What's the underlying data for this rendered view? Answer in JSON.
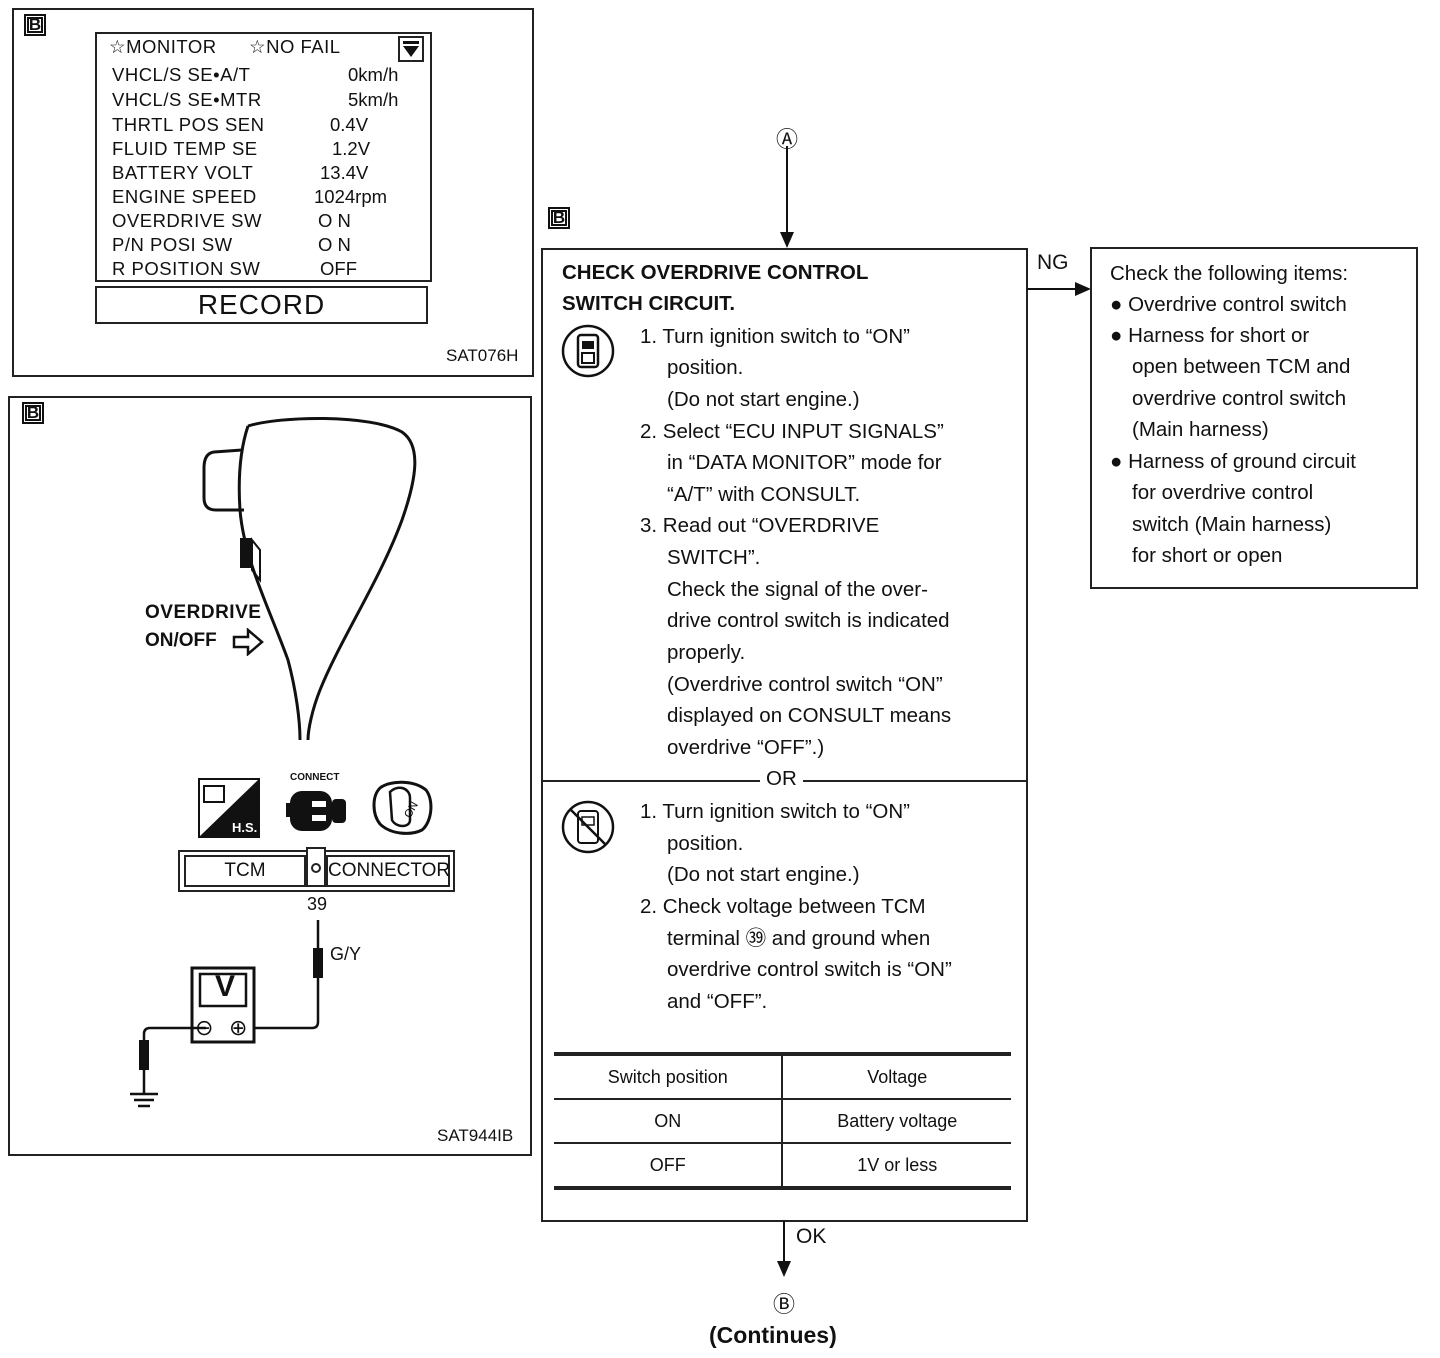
{
  "badge_letter": "B",
  "monitor_panel": {
    "header_left": "☆MONITOR",
    "header_right": "☆NO FAIL",
    "rows": [
      {
        "label": "VHCL/S SE•A/T",
        "value": "0km/h"
      },
      {
        "label": "VHCL/S SE•MTR",
        "value": "5km/h"
      },
      {
        "label": "THRTL POS SEN",
        "value": "0.4V"
      },
      {
        "label": "FLUID TEMP SE",
        "value": "1.2V"
      },
      {
        "label": "BATTERY VOLT",
        "value": "13.4V"
      },
      {
        "label": "ENGINE SPEED",
        "value": "1024rpm"
      },
      {
        "label": "OVERDRIVE SW",
        "value": "O N"
      },
      {
        "label": "P/N POSI SW",
        "value": "O N"
      },
      {
        "label": "R POSITION SW",
        "value": "OFF"
      }
    ],
    "record_label": "RECORD",
    "caption": "SAT076H"
  },
  "diagram_panel": {
    "overdrive_label": "OVERDRIVE",
    "onoff_label": "ON/OFF",
    "connect_label": "CONNECT",
    "hs_label": "H.S.",
    "key_label": "ON",
    "tcm_label": "TCM",
    "connector_label": "CONNECTOR",
    "terminal": "39",
    "wire_color": "G/Y",
    "meter_label": "V",
    "minus": "⊖",
    "plus": "⊕",
    "caption": "SAT944IB"
  },
  "flow": {
    "start_marker": "Ⓐ",
    "end_marker": "Ⓑ",
    "ng_label": "NG",
    "ok_label": "OK",
    "continues": "(Continues)",
    "or_label": "OR",
    "heading": [
      "CHECK OVERDRIVE CONTROL",
      "SWITCH CIRCUIT."
    ],
    "consult_steps": [
      "1. Turn ignition switch to “ON”",
      "position.",
      "(Do not start engine.)",
      "2. Select “ECU INPUT SIGNALS”",
      "in “DATA MONITOR” mode for",
      "“A/T” with CONSULT.",
      "3. Read out “OVERDRIVE",
      "SWITCH”.",
      "Check the signal of the over-",
      "drive control switch is indicated",
      "properly.",
      "(Overdrive control switch “ON”",
      "displayed on CONSULT means",
      "overdrive “OFF”.)"
    ],
    "manual_steps": [
      "1. Turn ignition switch to “ON”",
      "position.",
      "(Do not start engine.)",
      "2. Check voltage between TCM",
      "terminal ㊴ and ground when",
      "overdrive control switch is “ON”",
      "and “OFF”."
    ],
    "table": {
      "headers": [
        "Switch position",
        "Voltage"
      ],
      "rows": [
        [
          "ON",
          "Battery voltage"
        ],
        [
          "OFF",
          "1V or less"
        ]
      ]
    },
    "ng_box": {
      "title": "Check the following items:",
      "lines": [
        "● Overdrive control switch",
        "● Harness for short or",
        "open between TCM and",
        "overdrive control switch",
        "(Main harness)",
        "● Harness of ground circuit",
        "for overdrive control",
        "switch (Main harness)",
        "for short or open"
      ]
    }
  }
}
